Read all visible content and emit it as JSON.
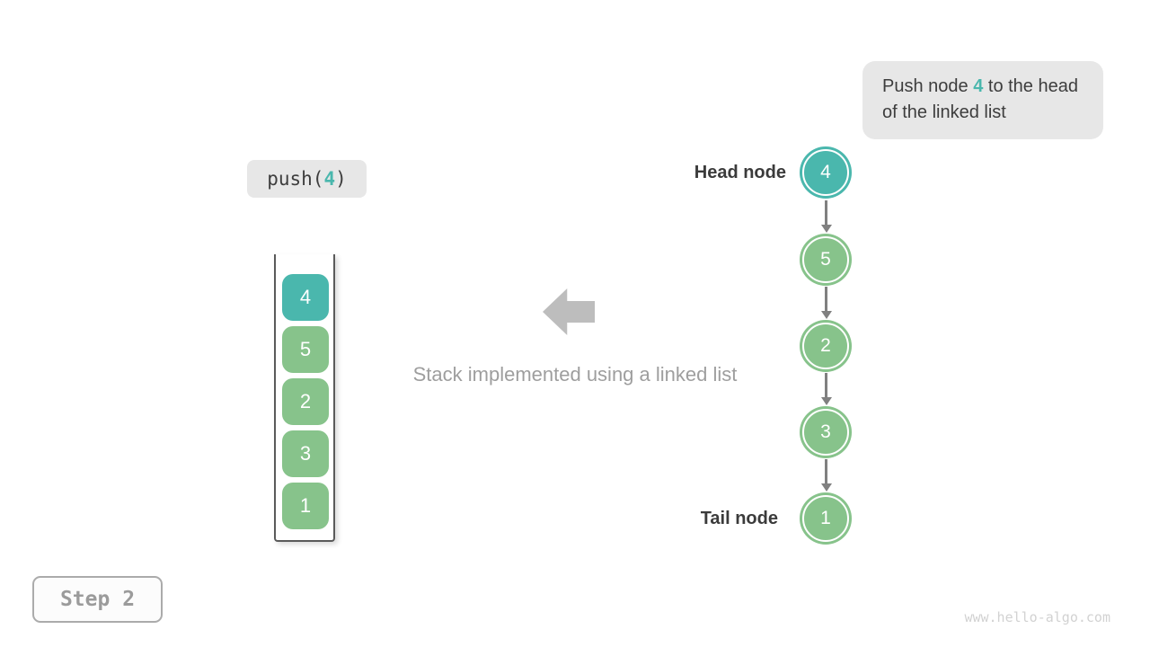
{
  "colors": {
    "teal": "#4ab7ad",
    "green": "#87c38b",
    "note_background": "#e7e7e7",
    "dark_text": "#3d3d3d",
    "caption_gray": "#9e9e9e",
    "block_arrow_gray": "#bdbdbd",
    "list_arrow_gray": "#808080"
  },
  "note": {
    "prefix": "Push node ",
    "highlight": "4",
    "suffix": " to the head of the linked list"
  },
  "operation": {
    "prefix": "push(",
    "arg": "4",
    "suffix": ")"
  },
  "stack": {
    "items": [
      {
        "value": "4",
        "color": "#4ab7ad"
      },
      {
        "value": "5",
        "color": "#87c38b"
      },
      {
        "value": "2",
        "color": "#87c38b"
      },
      {
        "value": "3",
        "color": "#87c38b"
      },
      {
        "value": "1",
        "color": "#87c38b"
      }
    ]
  },
  "caption": "Stack implemented using a linked list",
  "list": {
    "head_label": "Head node",
    "tail_label": "Tail node",
    "nodes": [
      {
        "value": "4",
        "color": "#4ab7ad"
      },
      {
        "value": "5",
        "color": "#87c38b"
      },
      {
        "value": "2",
        "color": "#87c38b"
      },
      {
        "value": "3",
        "color": "#87c38b"
      },
      {
        "value": "1",
        "color": "#87c38b"
      }
    ]
  },
  "step": {
    "label": "Step 2"
  },
  "watermark": "www.hello-algo.com"
}
